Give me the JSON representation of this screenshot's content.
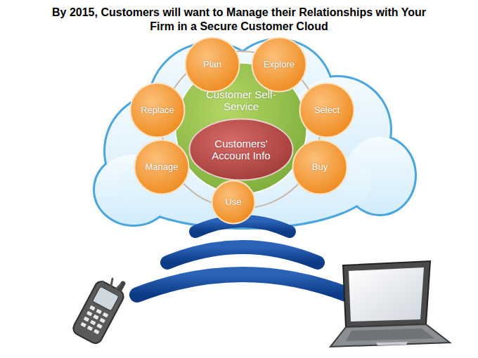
{
  "diagram": {
    "title": "By 2015, Customers will want to Manage their Relationships with Your Firm in a Secure Customer Cloud",
    "nodes": [
      {
        "text": [
          "Customer Self-Service"
        ]
      },
      {
        "text": [
          "Customers' Account Info"
        ],
        "in": 0
      },
      {
        "text": [
          "Plan"
        ]
      },
      {
        "text": [
          "Explore"
        ]
      },
      {
        "text": [
          "Select"
        ]
      },
      {
        "text": [
          "Buy"
        ]
      },
      {
        "text": [
          "Use"
        ]
      },
      {
        "text": [
          "Manage"
        ]
      },
      {
        "text": [
          "Replace"
        ]
      }
    ]
  }
}
